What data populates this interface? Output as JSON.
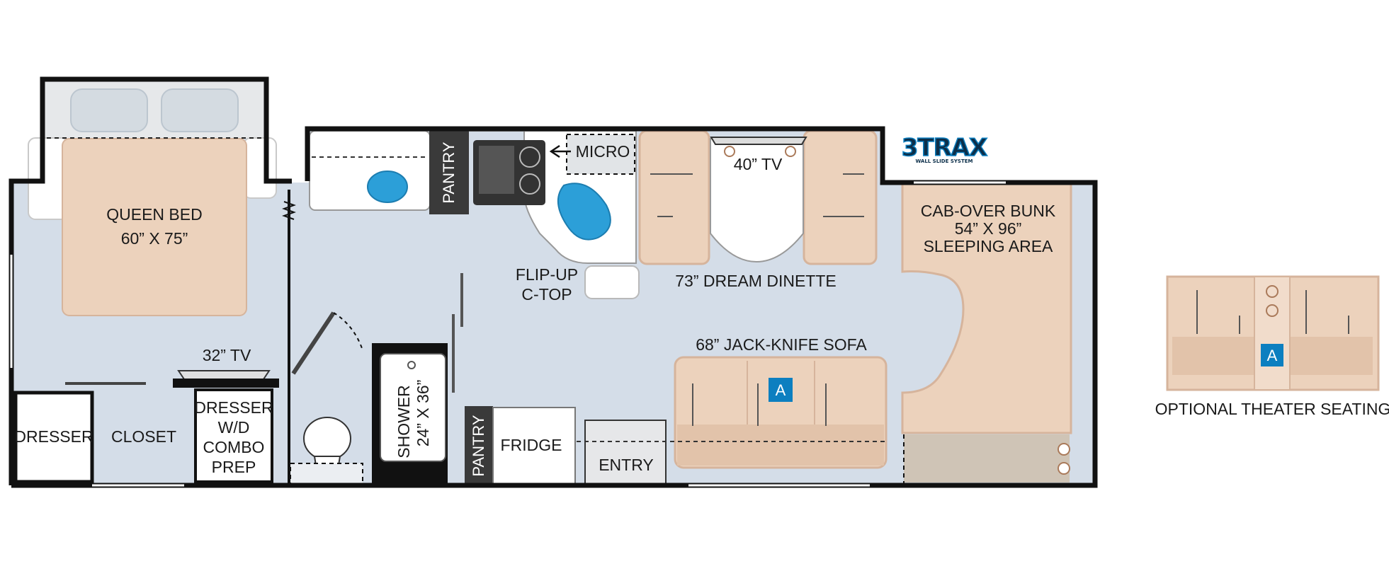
{
  "colors": {
    "wall": "#111111",
    "floor": "#d4dde8",
    "upholstery": "#ecd2bc",
    "upholstery_dark": "#d6b49c",
    "counter": "#ffffff",
    "sink": "#2c9fd8",
    "pantry": "#3a3a3a",
    "seat_badge": "#0c7fc0",
    "carpet": "#cfc4b6"
  },
  "logo": {
    "text": "3TRAX",
    "subtext": "WALL SLIDE SYSTEM"
  },
  "labels": {
    "queen_bed": "QUEEN BED",
    "queen_bed_size": "60” X 75”",
    "pantry_top": "PANTRY",
    "micro": "MICRO",
    "tv_40": "40” TV",
    "cab_over_bunk": "CAB-OVER BUNK",
    "cab_over_size": "54” X 96”",
    "sleeping_area": "SLEEPING AREA",
    "flip_up": "FLIP-UP",
    "c_top": "C-TOP",
    "dream_dinette": "73” DREAM DINETTE",
    "tv_32": "32” TV",
    "jack_knife_sofa": "68” JACK-KNIFE SOFA",
    "dresser": "DRESSER",
    "closet": "CLOSET",
    "dresser_wd_1": "DRESSER",
    "dresser_wd_2": "W/D",
    "dresser_wd_3": "COMBO",
    "dresser_wd_4": "PREP",
    "shower": "SHOWER",
    "shower_size": "24” X 36”",
    "pantry_bottom": "PANTRY",
    "fridge": "FRIDGE",
    "entry": "ENTRY",
    "seat_badge": "A",
    "optional_theater_seating": "OPTIONAL THEATER SEATING"
  }
}
